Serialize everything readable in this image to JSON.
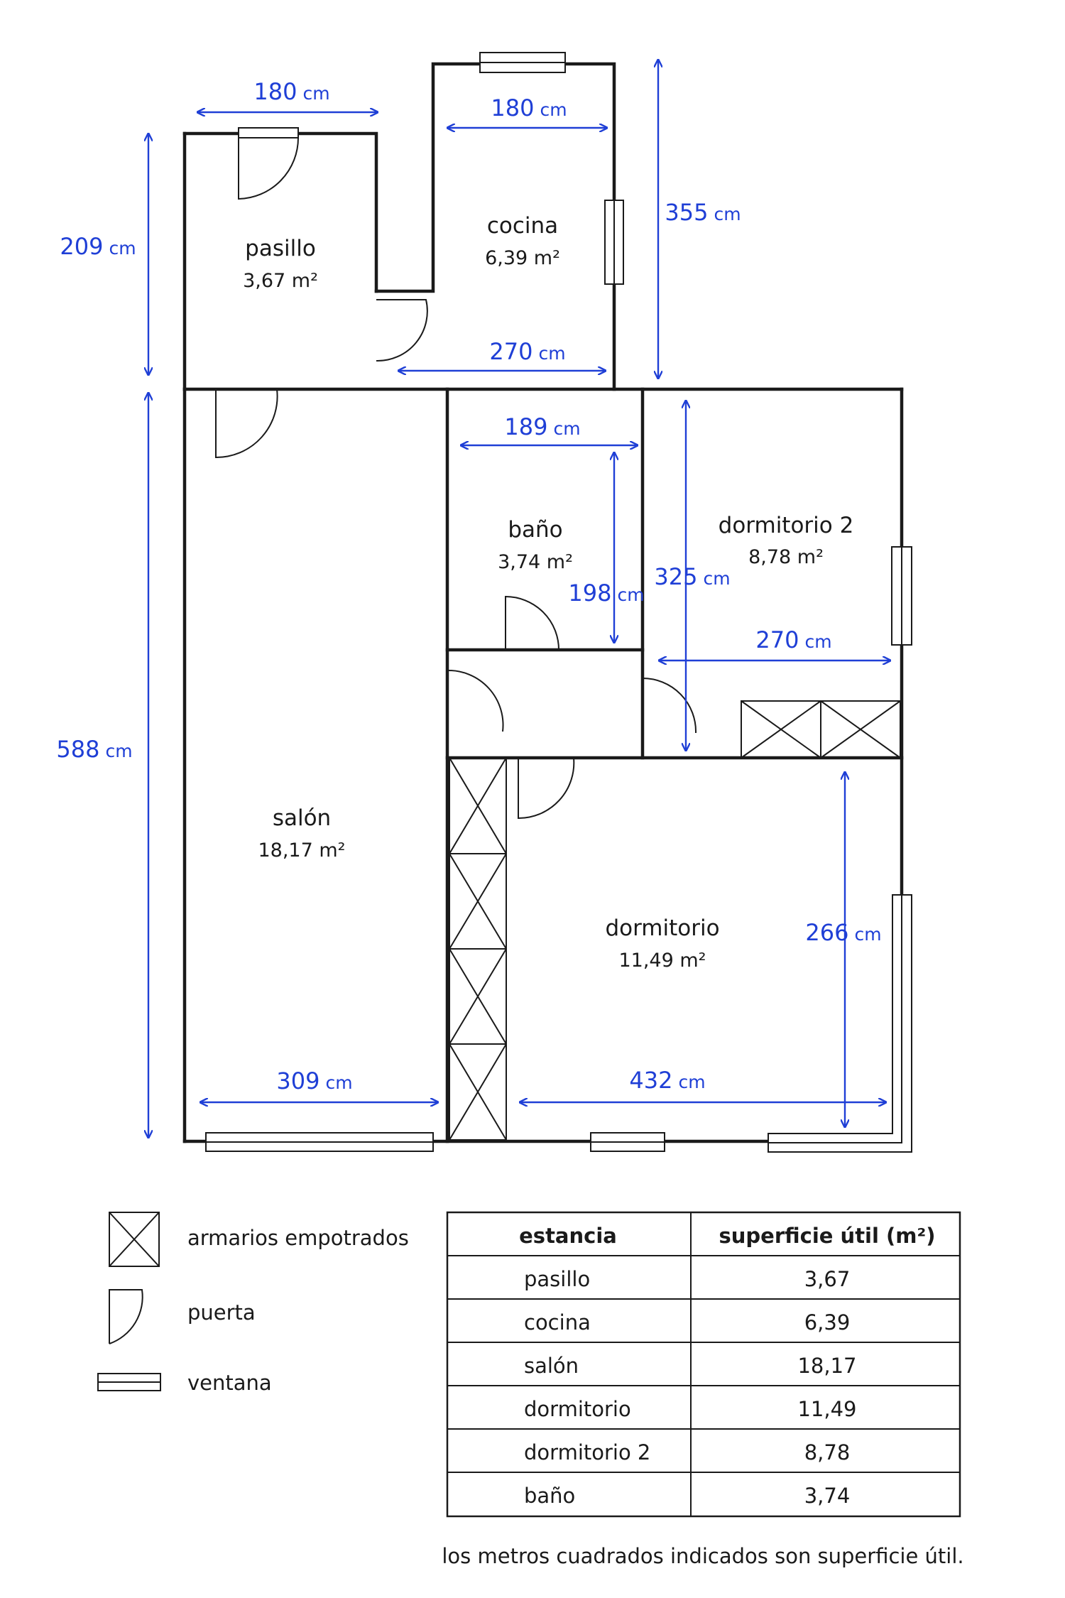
{
  "colors": {
    "wall": "#1a1a1a",
    "dimension": "#1f3fd6",
    "background": "#ffffff"
  },
  "rooms": {
    "pasillo": {
      "name": "pasillo",
      "area": "3,67 m²"
    },
    "cocina": {
      "name": "cocina",
      "area": "6,39 m²"
    },
    "bano": {
      "name": "baño",
      "area": "3,74 m²"
    },
    "dormitorio2": {
      "name": "dormitorio 2",
      "area": "8,78 m²"
    },
    "salon": {
      "name": "salón",
      "area": "18,17 m²"
    },
    "dormitorio": {
      "name": "dormitorio",
      "area": "11,49 m²"
    }
  },
  "dimensions": {
    "unit": "cm",
    "pasillo_width": "180",
    "cocina_top_width": "180",
    "cocina_bottom_width": "270",
    "pasillo_height": "209",
    "cocina_height": "355",
    "bano_width": "189",
    "bano_height": "198",
    "dormitorio2_height": "325",
    "dormitorio2_width": "270",
    "salon_height": "588",
    "salon_width": "309",
    "dormitorio_width": "432",
    "dormitorio_height": "266"
  },
  "legend": {
    "wardrobe": "armarios empotrados",
    "door": "puerta",
    "window": "ventana"
  },
  "table": {
    "headers": [
      "estancia",
      "superficie útil (m²)"
    ],
    "rows": [
      [
        "pasillo",
        "3,67"
      ],
      [
        "cocina",
        "6,39"
      ],
      [
        "salón",
        "18,17"
      ],
      [
        "dormitorio",
        "11,49"
      ],
      [
        "dormitorio 2",
        "8,78"
      ],
      [
        "baño",
        "3,74"
      ]
    ]
  },
  "footnote": "los metros cuadrados indicados son superficie útil."
}
